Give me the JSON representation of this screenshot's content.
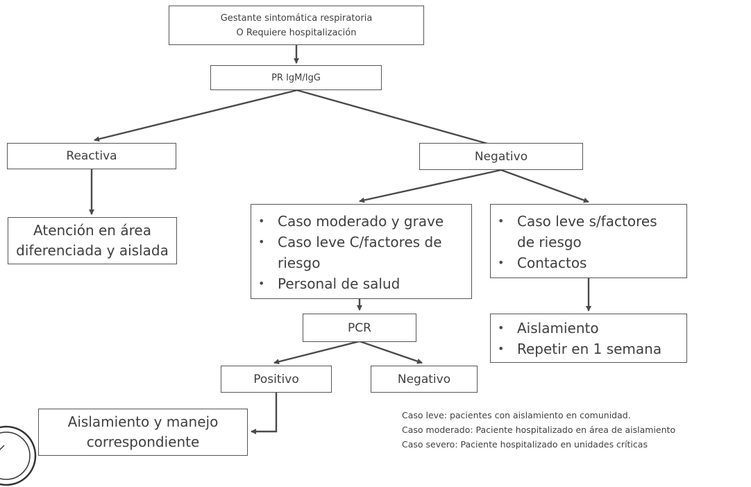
{
  "top_box": {
    "line1": "Gestante sintomática respiratoria",
    "line2": "O Requiere hospitalización"
  },
  "pr_box": {
    "label": "PR IgM/IgG"
  },
  "reactiva": {
    "label": "Reactiva"
  },
  "negativo_top": {
    "label": "Negativo"
  },
  "atencion": {
    "line1": "Atención en área",
    "line2": "diferenciada y aislada"
  },
  "criteria_left": {
    "items": [
      [
        "Caso moderado y grave"
      ],
      [
        "Caso leve C/factores de",
        "riesgo"
      ],
      [
        "Personal de salud"
      ]
    ]
  },
  "criteria_right": {
    "items": [
      [
        "Caso leve s/factores",
        "de riesgo"
      ],
      [
        "Contactos"
      ]
    ]
  },
  "pcr": {
    "label": "PCR"
  },
  "actions_right": {
    "items": [
      "Aislamiento",
      "Repetir en 1 semana"
    ]
  },
  "positivo": {
    "label": "Positivo"
  },
  "negativo_bottom": {
    "label": "Negativo"
  },
  "manejo": {
    "line1": "Aislamiento y manejo",
    "line2": "correspondiente"
  },
  "legend": {
    "leve": "Caso leve: pacientes con aislamiento en comunidad.",
    "moderado": "Caso moderado: Paciente hospitalizado en área de aislamiento",
    "severo": "Caso severo: Paciente hospitalizado en unidades críticas"
  },
  "colors": {
    "border": "#555555",
    "text": "#3f3f3f",
    "arrow": "#4a4a4a"
  }
}
